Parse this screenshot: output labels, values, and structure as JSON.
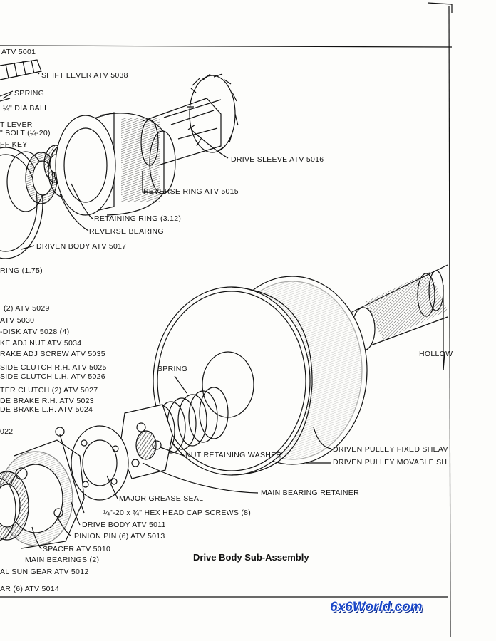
{
  "caption": "Drive Body Sub-Assembly",
  "watermark": "6x6World.com",
  "labels": {
    "atv5001": "ATV 5001",
    "shift_lever": "SHIFT LEVER ATV 5038",
    "spring_top": "SPRING",
    "dia_ball": "¼\" DIA BALL",
    "t_lever": "T LEVER",
    "bolt": "\" BOLT (¼-20)",
    "ff_key": "FF KEY",
    "drive_sleeve": "DRIVE SLEEVE ATV 5016",
    "reverse_ring": "REVERSE RING ATV 5015",
    "retaining_ring": "RETAINING RING (3.12)",
    "reverse_bearing": "REVERSE BEARING",
    "driven_body": "DRIVEN BODY ATV 5017",
    "ring_175": "RING (1.75)",
    "atv5029": "(2) ATV 5029",
    "atv5030": "ATV 5030",
    "disk": "-DISK ATV 5028 (4)",
    "brake_adj_nut": "KE ADJ NUT ATV 5034",
    "brake_adj_screw": "RAKE ADJ SCREW ATV 5035",
    "outside_clutch_rh": "SIDE CLUTCH R.H. ATV 5025",
    "outside_clutch_lh": "SIDE CLUTCH L.H. ATV 5026",
    "center_clutch": "TER CLUTCH (2) ATV 5027",
    "side_brake_rh": "DE BRAKE R.H. ATV 5023",
    "side_brake_lh": "DE BRAKE L.H. ATV 5024",
    "n022": "022",
    "hollow": "HOLLOW",
    "spring_mid": "SPRING",
    "nut_washer": "NUT RETAINING WASHER",
    "fixed_sheave": "DRIVEN PULLEY FIXED SHEAVE",
    "movable_sheave": "DRIVEN PULLEY MOVABLE SHEAVE",
    "main_bearing_retainer": "MAIN BEARING RETAINER",
    "grease_seal": "MAJOR GREASE SEAL",
    "cap_screws": "¼\"-20 x ¾\" HEX HEAD CAP SCREWS (8)",
    "drive_body": "DRIVE BODY ATV 5011",
    "pinion_pin": "PINION PIN (6) ATV 5013",
    "spacer": "SPACER ATV 5010",
    "main_bearings": "MAIN BEARINGS (2)",
    "sun_gear": "AL SUN GEAR ATV 5012",
    "ar_5014": "AR (6) ATV 5014"
  }
}
